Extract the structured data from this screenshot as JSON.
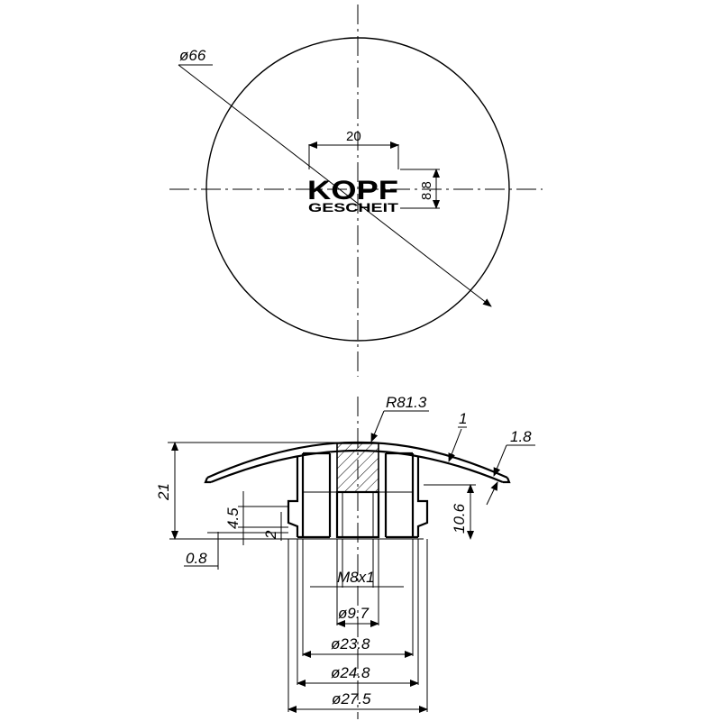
{
  "logo": {
    "line1": "KOPF",
    "line2": "GESCHEIT"
  },
  "dimensions": {
    "top_diameter": "ø66",
    "logo_width": "20",
    "logo_height": "8.8",
    "radius": "R81.3",
    "wall_top": "1",
    "wall_edge": "1.8",
    "total_height": "21",
    "leg_height": "4.5",
    "leg_step": "2",
    "base_offset": "0.8",
    "stem_height": "10.6",
    "thread": "M8x1",
    "d_hole": "ø9.7",
    "d_inner": "ø23.8",
    "d_mid": "ø24.8",
    "d_outer": "ø27.5"
  }
}
